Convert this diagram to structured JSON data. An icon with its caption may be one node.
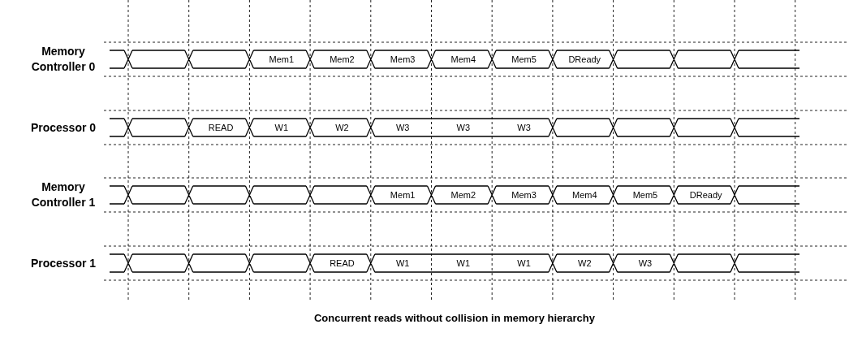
{
  "diagram": {
    "caption": "Concurrent reads without collision in memory hierarchy",
    "labels": [
      "Memory Controller 0",
      "Mem1",
      "Mem2",
      "Mem3",
      "Mem4",
      "Mem5",
      "DReady",
      "Processor 0",
      "READ",
      "W1",
      "W2",
      "W3",
      "W3",
      "W3",
      "Memory Controller 1",
      "Mem1",
      "Mem2",
      "Mem3",
      "Mem4",
      "Mem5",
      "DReady",
      "Processor 1",
      "READ",
      "W1",
      "W1",
      "W1",
      "W2",
      "W3"
    ]
  }
}
